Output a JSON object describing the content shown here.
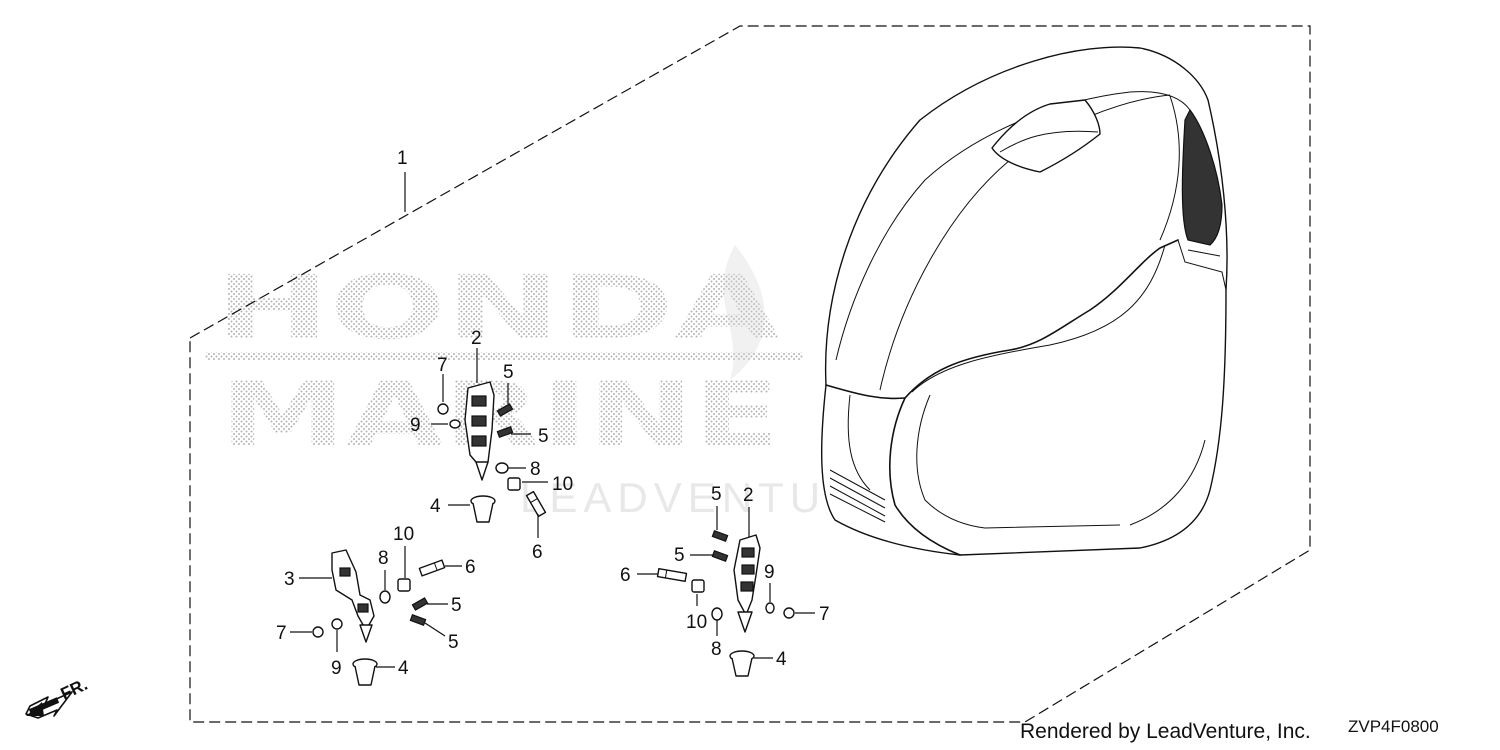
{
  "watermark": {
    "line1": "HONDA",
    "line2": "MARINE",
    "overlay": "LEADVENTURE"
  },
  "callouts": {
    "c1": "1",
    "c2a": "2",
    "c2b": "2",
    "c3": "3",
    "c4a": "4",
    "c4b": "4",
    "c4c": "4",
    "c5a": "5",
    "c5b": "5",
    "c5c": "5",
    "c5d": "5",
    "c5e": "5",
    "c5f": "5",
    "c6a": "6",
    "c6b": "6",
    "c6c": "6",
    "c7a": "7",
    "c7b": "7",
    "c7c": "7",
    "c8a": "8",
    "c8b": "8",
    "c8c": "8",
    "c9a": "9",
    "c9b": "9",
    "c9c": "9",
    "c10a": "10",
    "c10b": "10",
    "c10c": "10"
  },
  "direction": "FR.",
  "footer": {
    "rendered_by": "Rendered by LeadVenture, Inc.",
    "diagram_code": "ZVP4F0800"
  }
}
